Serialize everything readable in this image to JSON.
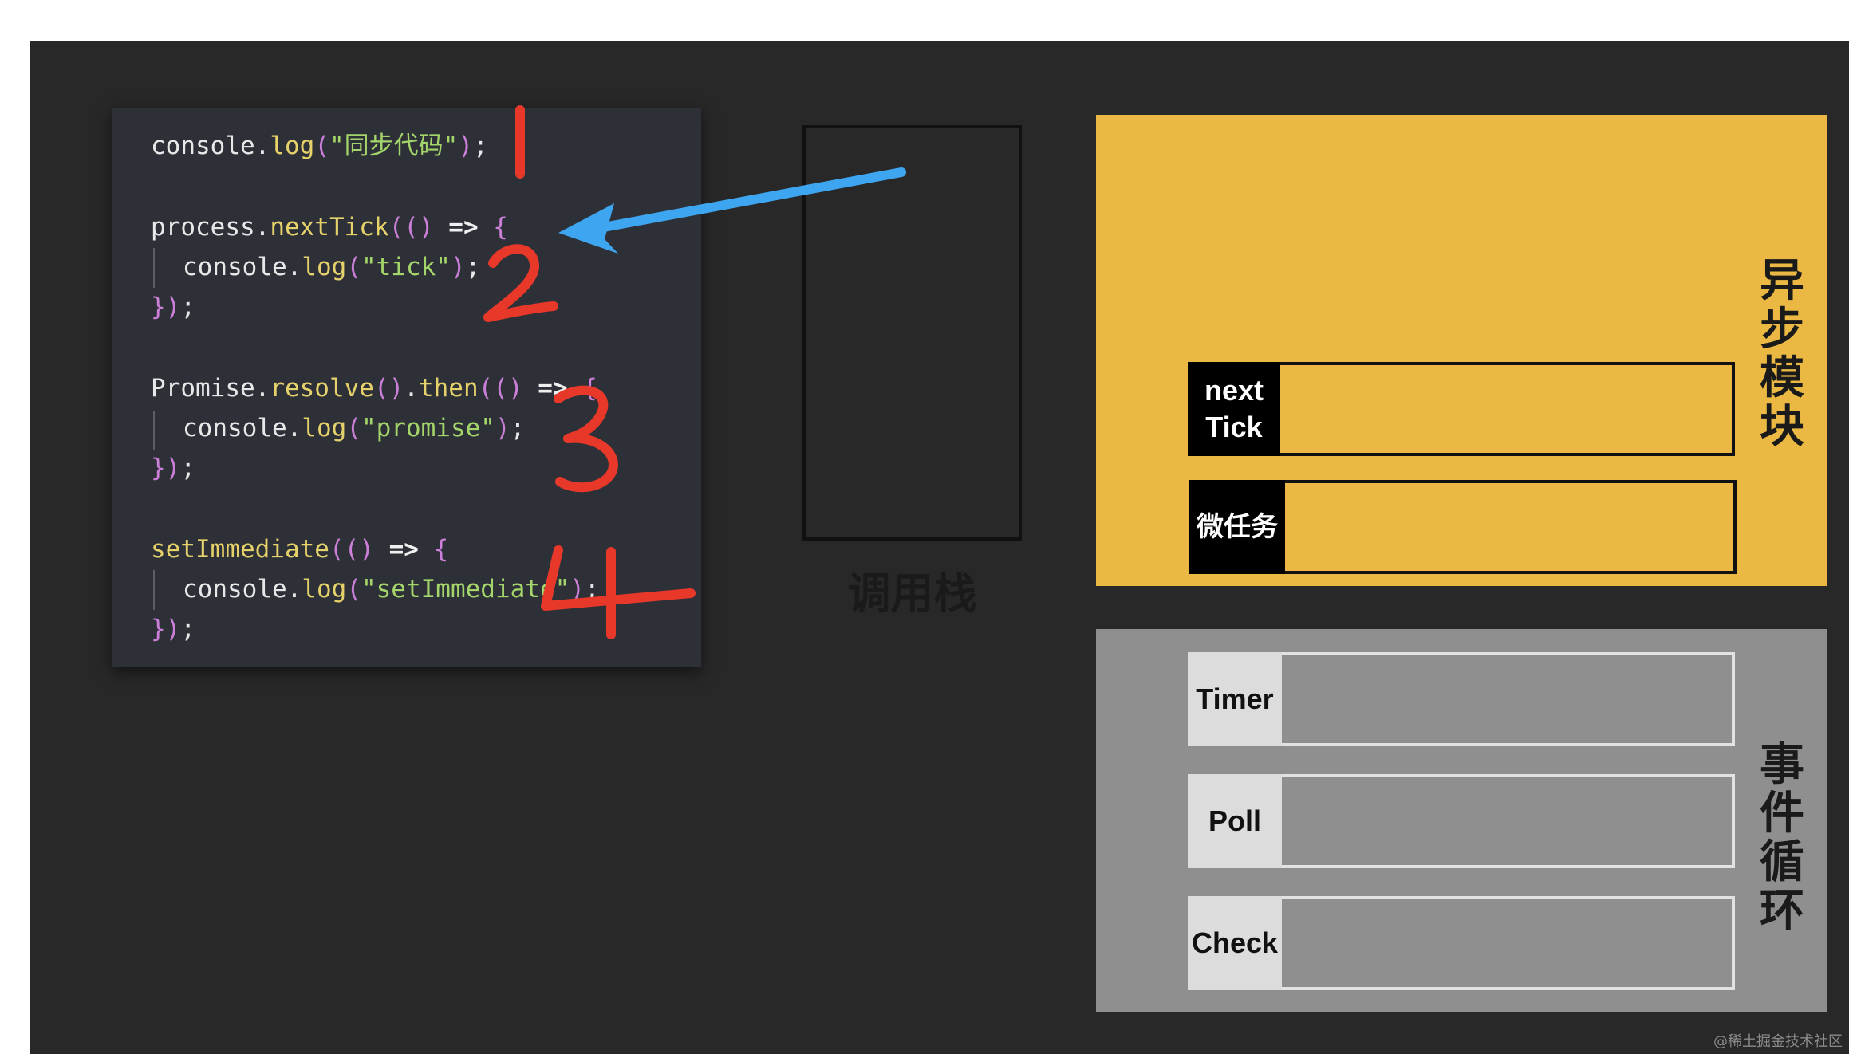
{
  "code": {
    "line1": {
      "obj": "console.",
      "fn": "log",
      "p1": "(",
      "str": "\"同步代码\"",
      "p2": ")",
      "end": ";"
    },
    "line2": {
      "obj": "process.",
      "fn": "nextTick",
      "p1": "(",
      "p2": "()",
      "arrow": " => ",
      "brace": "{"
    },
    "line3": {
      "obj": "console.",
      "fn": "log",
      "p1": "(",
      "str": "\"tick\"",
      "p2": ")",
      "end": ";"
    },
    "line4": {
      "close": "})",
      "end": ";"
    },
    "line5": {
      "obj": "Promise.",
      "fn": "resolve",
      "p1": "()",
      "dot": ".",
      "fn2": "then",
      "p2": "(",
      "p3": "()",
      "arrow": " => ",
      "brace": "{"
    },
    "line6": {
      "obj": "console.",
      "fn": "log",
      "p1": "(",
      "str": "\"promise\"",
      "p2": ")",
      "end": ";"
    },
    "line7": {
      "close": "})",
      "end": ";"
    },
    "line8": {
      "fn": "setImmediate",
      "p1": "(",
      "p2": "()",
      "arrow": " => ",
      "brace": "{"
    },
    "line9": {
      "obj": "console.",
      "fn": "log",
      "p1": "(",
      "str": "\"setImmediate\"",
      "p2": ")",
      "end": ";"
    },
    "line10": {
      "close": "})",
      "end": ";"
    }
  },
  "call_stack": {
    "label": "调用栈"
  },
  "async_module": {
    "title": "异步模块",
    "queues": [
      {
        "label_line1": "next",
        "label_line2": "Tick"
      },
      {
        "label": "微任务"
      }
    ],
    "color": "#ebb943"
  },
  "event_loop": {
    "title": "事件循环",
    "phases": [
      "Timer",
      "Poll",
      "Check"
    ],
    "color": "#8f8f8f"
  },
  "annotations": {
    "numbers": [
      "1",
      "2",
      "3",
      "4"
    ],
    "number_color": "#e8382a",
    "arrow_color": "#3ea6f0"
  },
  "watermark": "@稀土掘金技术社区"
}
